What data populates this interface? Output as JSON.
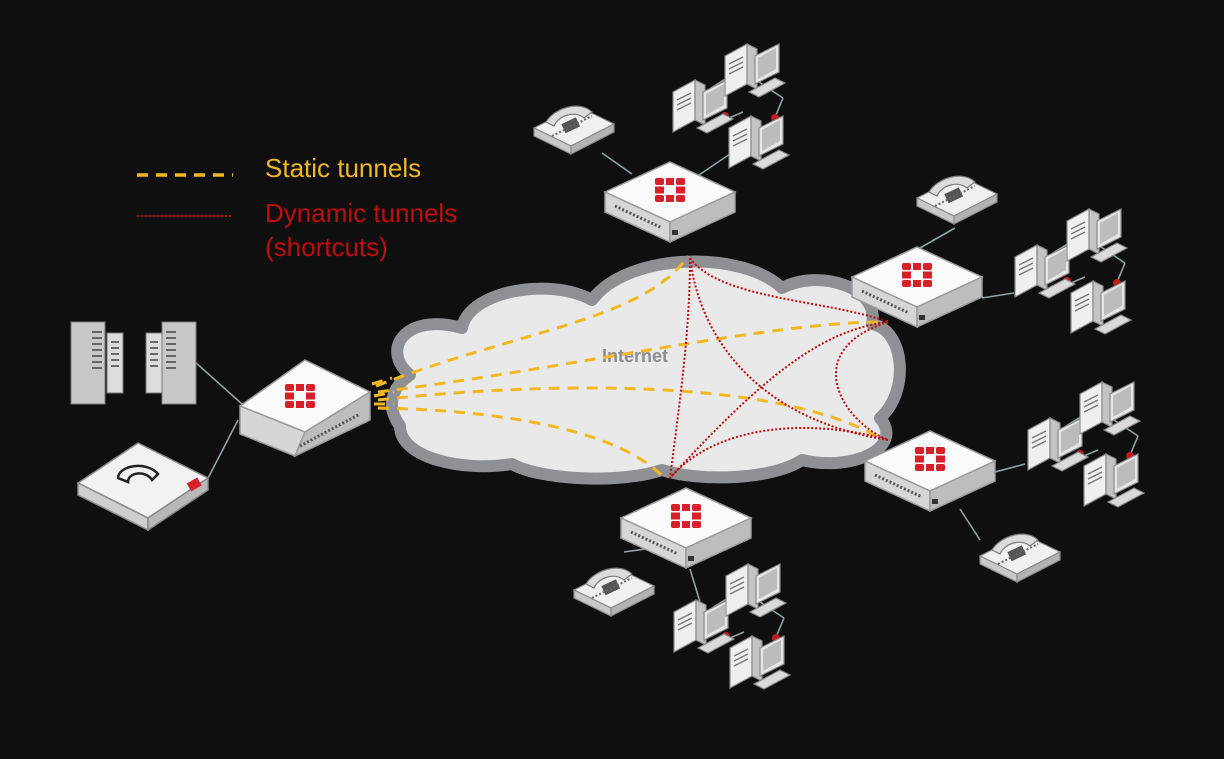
{
  "legend": {
    "static_label": "Static tunnels",
    "dynamic_label_line1": "Dynamic tunnels",
    "dynamic_label_line2": "(shortcuts)"
  },
  "cloud": {
    "label": "Internet"
  },
  "colors": {
    "background": "#0f0f0f",
    "static_tunnel": "#f2b824",
    "dynamic_tunnel": "#c00d0d",
    "brand_red": "#d8202a",
    "cloud_fill": "#e9e9ea",
    "cloud_border": "#8e9094",
    "cloud_label": "#8a8c90",
    "link": "#8fa3a8"
  },
  "icons": {
    "hub": "fortigate-hub-icon",
    "spoke": "fortigate-spoke-icon",
    "servers": "data-center-servers-icon",
    "voice_gateway": "voice-gateway-icon",
    "ip_phone": "ip-phone-icon",
    "workstation": "workstation-pc-icon"
  }
}
